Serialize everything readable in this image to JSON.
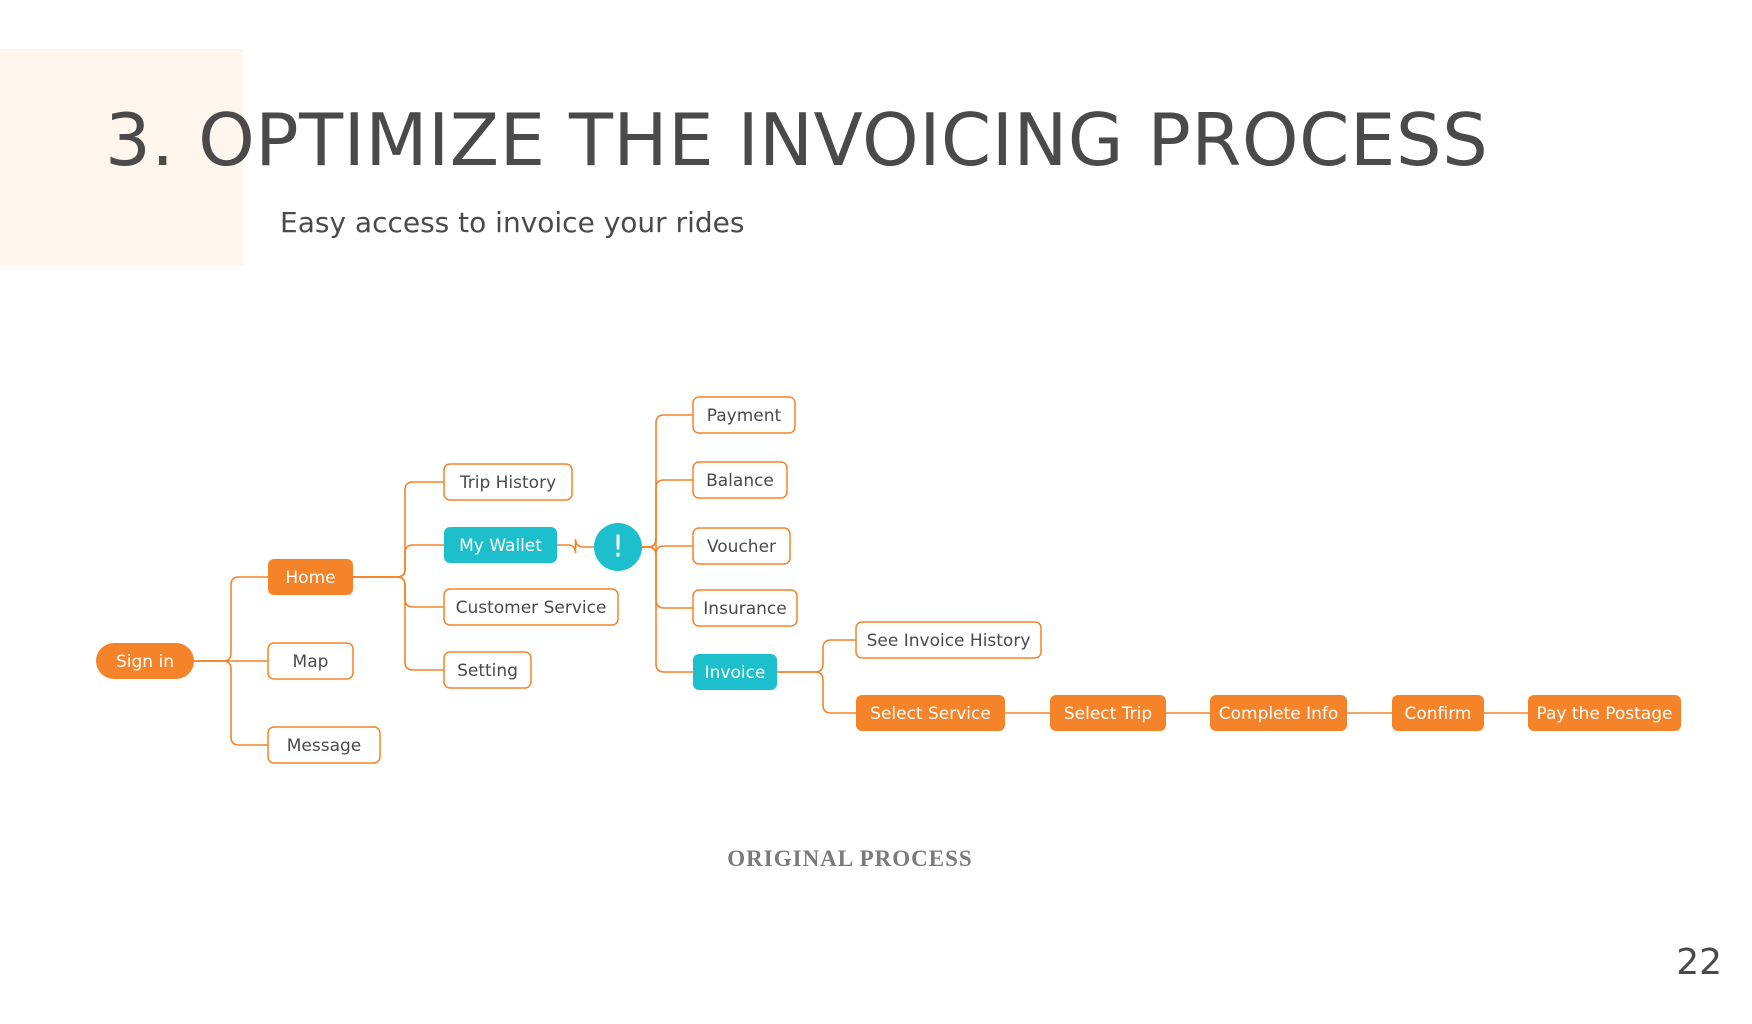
{
  "slide": {
    "title": "3. OPTIMIZE THE INVOICING PROCESS",
    "subtitle": "Easy access to invoice your rides",
    "caption": "ORIGINAL PROCESS",
    "page_number": "22"
  },
  "colors": {
    "accent": "#f5832a",
    "highlight": "#1dbfcc",
    "text": "#4a4a4a",
    "accent_block": "#fff7ee"
  },
  "flow": {
    "nodes": [
      {
        "id": "sign-in",
        "label": "Sign in",
        "style": "filled-pill"
      },
      {
        "id": "home",
        "label": "Home",
        "style": "filled"
      },
      {
        "id": "map",
        "label": "Map",
        "style": "outline"
      },
      {
        "id": "message",
        "label": "Message",
        "style": "outline"
      },
      {
        "id": "trip-history",
        "label": "Trip History",
        "style": "outline"
      },
      {
        "id": "my-wallet",
        "label": "My Wallet",
        "style": "highlight"
      },
      {
        "id": "customer-service",
        "label": "Customer Service",
        "style": "outline"
      },
      {
        "id": "setting",
        "label": "Setting",
        "style": "outline"
      },
      {
        "id": "alert",
        "label": "!",
        "style": "highlight-circle"
      },
      {
        "id": "payment",
        "label": "Payment",
        "style": "outline"
      },
      {
        "id": "balance",
        "label": "Balance",
        "style": "outline"
      },
      {
        "id": "voucher",
        "label": "Voucher",
        "style": "outline"
      },
      {
        "id": "insurance",
        "label": "Insurance",
        "style": "outline"
      },
      {
        "id": "invoice",
        "label": "Invoice",
        "style": "highlight"
      },
      {
        "id": "see-invoice-history",
        "label": "See Invoice History",
        "style": "outline"
      },
      {
        "id": "select-service",
        "label": "Select Service",
        "style": "filled"
      },
      {
        "id": "select-trip",
        "label": "Select Trip",
        "style": "filled"
      },
      {
        "id": "complete-info",
        "label": "Complete Info",
        "style": "filled"
      },
      {
        "id": "confirm",
        "label": "Confirm",
        "style": "filled"
      },
      {
        "id": "pay-the-postage",
        "label": "Pay the Postage",
        "style": "filled"
      }
    ],
    "edges": [
      [
        "sign-in",
        "home"
      ],
      [
        "sign-in",
        "map"
      ],
      [
        "sign-in",
        "message"
      ],
      [
        "home",
        "trip-history"
      ],
      [
        "home",
        "my-wallet"
      ],
      [
        "home",
        "customer-service"
      ],
      [
        "home",
        "setting"
      ],
      [
        "my-wallet",
        "alert"
      ],
      [
        "alert",
        "payment"
      ],
      [
        "alert",
        "balance"
      ],
      [
        "alert",
        "voucher"
      ],
      [
        "alert",
        "insurance"
      ],
      [
        "alert",
        "invoice"
      ],
      [
        "invoice",
        "see-invoice-history"
      ],
      [
        "invoice",
        "select-service"
      ],
      [
        "select-service",
        "select-trip"
      ],
      [
        "select-trip",
        "complete-info"
      ],
      [
        "complete-info",
        "confirm"
      ],
      [
        "confirm",
        "pay-the-postage"
      ]
    ]
  }
}
